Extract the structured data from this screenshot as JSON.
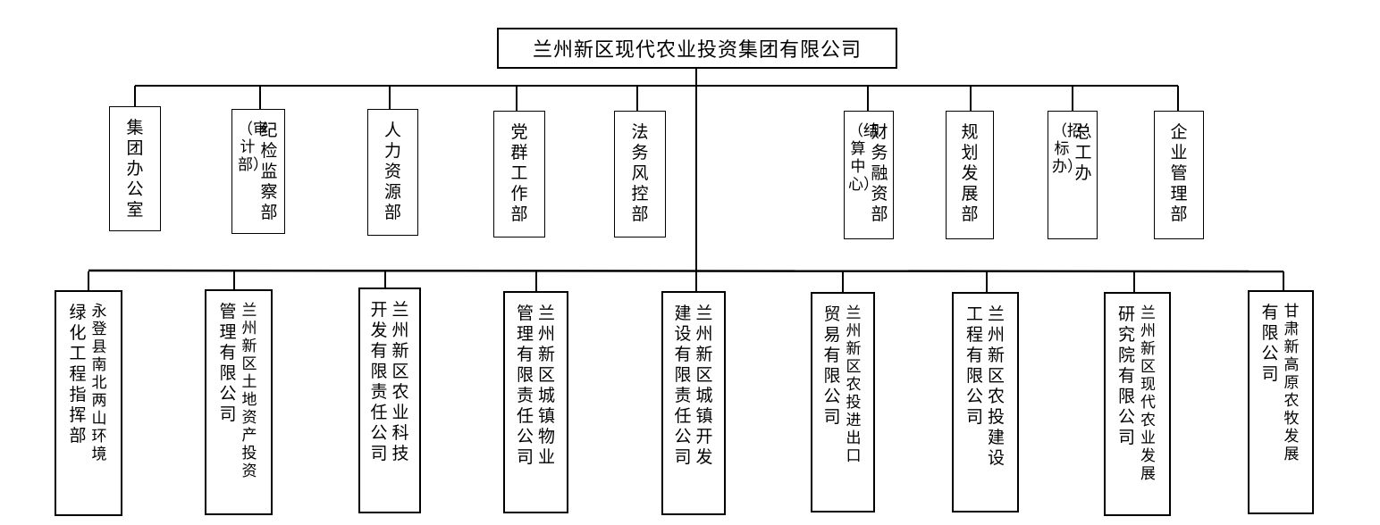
{
  "root": {
    "title": "兰州新区现代农业投资集团有限公司"
  },
  "departments": [
    {
      "cols": [
        "集团办公室"
      ]
    },
    {
      "cols": [
        "纪检监察部",
        "（审计部）"
      ]
    },
    {
      "cols": [
        "人力资源部"
      ]
    },
    {
      "cols": [
        "党群工作部"
      ]
    },
    {
      "cols": [
        "法务风控部"
      ]
    },
    {
      "cols": [
        "财务融资部",
        "（结算中心）"
      ]
    },
    {
      "cols": [
        "规划发展部"
      ]
    },
    {
      "cols": [
        "总工办",
        "（招标办）"
      ]
    },
    {
      "cols": [
        "企业管理部"
      ]
    }
  ],
  "subsidiaries": [
    {
      "cols": [
        "永登县南北两山环境",
        "绿化工程指挥部"
      ]
    },
    {
      "cols": [
        "兰州新区土地资产投资",
        "管理有限公司"
      ]
    },
    {
      "cols": [
        "兰州新区农业科技",
        "开发有限责任公司"
      ]
    },
    {
      "cols": [
        "兰州新区城镇物业",
        "管理有限责任公司"
      ]
    },
    {
      "cols": [
        "兰州新区城镇开发",
        "建设有限责任公司"
      ]
    },
    {
      "cols": [
        "兰州新区农投进出口",
        "贸易有限公司"
      ]
    },
    {
      "cols": [
        "兰州新区农投建设",
        "工程有限公司"
      ]
    },
    {
      "cols": [
        "兰州新区现代农业发展",
        "研究院有限公司"
      ]
    },
    {
      "cols": [
        "甘肃新高原农牧发展",
        "有限公司"
      ]
    }
  ]
}
